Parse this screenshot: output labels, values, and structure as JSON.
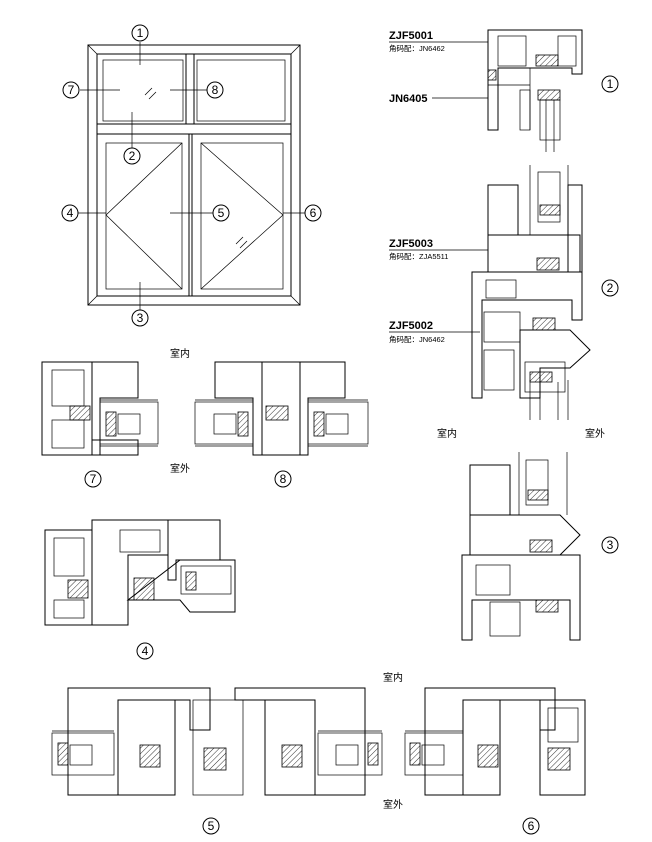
{
  "elevation_numbers": [
    "1",
    "2",
    "3",
    "4",
    "5",
    "6",
    "7",
    "8"
  ],
  "profiles": {
    "zjf5001": {
      "code": "ZJF5001",
      "corner": "角码配：JN6462"
    },
    "jn6405": {
      "code": "JN6405"
    },
    "zjf5003": {
      "code": "ZJF5003",
      "corner": "角码配：ZJA5511"
    },
    "zjf5002": {
      "code": "ZJF5002",
      "corner": "角码配：JN6462"
    }
  },
  "sections": {
    "s1": {
      "num": "1"
    },
    "s2": {
      "num": "2",
      "inside": "室内",
      "outside": "室外"
    },
    "s3": {
      "num": "3"
    },
    "s4": {
      "num": "4"
    },
    "s5": {
      "num": "5"
    },
    "s6": {
      "num": "6"
    },
    "s7": {
      "num": "7"
    },
    "s8": {
      "num": "8"
    },
    "s78": {
      "inside": "室内",
      "outside": "室外"
    },
    "s56": {
      "inside": "室内",
      "outside": "室外"
    }
  }
}
